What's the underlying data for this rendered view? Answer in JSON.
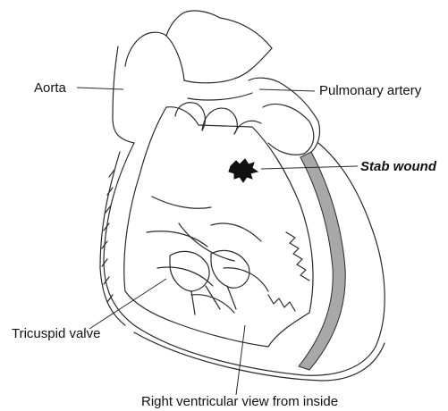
{
  "labels": {
    "aorta": "Aorta",
    "pulmonary_artery": "Pulmonary artery",
    "stab_wound": "Stab wound",
    "tricuspid_valve": "Tricuspid valve",
    "ventricular_view": "Right ventricular view from inside"
  },
  "colors": {
    "line": "#2a2a2a",
    "vessel_fill": "#a8a8a8",
    "wound": "#111111",
    "background": "#ffffff"
  }
}
